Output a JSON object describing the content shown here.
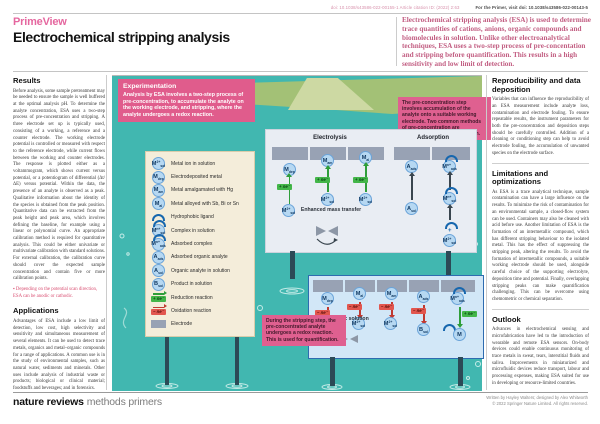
{
  "meta": {
    "citation": "doi: 10.1038/s43586-022-00155-1  Article citation ID: (2022) 2:63",
    "primer_link": "For the Primer, visit doi: 10.1038/s43586-022-00143-5"
  },
  "header": {
    "kicker": "PrimeView",
    "title": "Electrochemical stripping analysis"
  },
  "intro": "Electrochemical stripping analysis (ESA) is used to determine trace quantities of cations, anions, organic compounds and biomolecules in solution. Unlike other electroanalytical techniques, ESA uses a two-step process of pre-concentation and stripping before quantification. This results in a high sensitivity and low limit of detection.",
  "results": {
    "heading": "Results",
    "body": "Before analysis, some sample pretreatment may be needed to ensure the sample is well buffered at the optimal analysis pH. To determine the analyte concentration, ESA uses a two-step process of pre-concentration and stripping. A three electrode set up is typically used, consisting of a working, a reference and a counter electrode. The working electrode potential is controlled or measured with respect to the reference electrode, while current flows between the working and counter electrodes. The response is plotted either as a voltammogram, which shows current versus potential, or a potentiogram of differential (Δt/ΔE) versus potential. Within the data, the presence of an analyte is observed as a peak. Qualitative information about the identity of the species is obtained from the peak position. Quantitative data can be extracted from the peak height and peak area, which involves defining the baseline, for example using a linear or polynomial curve. An appropriate calibration method is required for quantitative analysis. This could be either univariate or multivariate calibration with standard solutions. For external calibration, the calibration curve should cover the expected sample concentration and contain five or more calibration points.",
    "note": "▪ Depending on the potential scan direction, ESA can be anodic or cathodic."
  },
  "applications": {
    "heading": "Applications",
    "body": "Advantages of ESA include a low limit of detection, low cost, high selectivity and sensitivity and simultaneous measurement of several elements. It can be used to detect trace metals, organics and metal–organic compounds for a range of applications. A common use is in the study of environmental samples, such as natural water, sediments and minerals. Other uses include analysis of industrial waste or products; biological or clinical material; foodstuffs and beverages; and in forensics."
  },
  "experimentation": {
    "heading": "Experimentation",
    "body": "Analysis by ESA involves a two-step process of pre-concentration, to accumulate the analyte on the working electrode, and stripping, where the analyte undergoes a redox reaction."
  },
  "callouts": {
    "preconcentration": "The pre-concentration step involves accumulation of the analyte onto a suitable working electrode. Two common methods of pre-concentration are electroreduction and adsorption.",
    "stripping": "During the stripping step, the pre-concentrated analyte undergoes a redox reaction. This is used for quantification."
  },
  "diagram": {
    "electrolysis_label": "Electrolysis",
    "adsorption_label": "Adsorption",
    "enhanced_label": "Enhanced mass transfer",
    "static_label": "Static solution",
    "reduction": "+ ne⁻",
    "oxidation": "– ne⁻",
    "plus": "+",
    "species": {
      "msol": {
        "base": "M",
        "sup": "2+",
        "sub": "sol"
      },
      "mdep": {
        "base": "M",
        "sup": "",
        "sub": "dep"
      },
      "mam": {
        "base": "M",
        "sup": "",
        "sub": "am"
      },
      "mal": {
        "base": "M",
        "sup": "",
        "sub": "al"
      },
      "aads": {
        "base": "A",
        "sup": "",
        "sub": "ads"
      },
      "asol": {
        "base": "A",
        "sup": "",
        "sub": "sol"
      },
      "bsol": {
        "base": "B",
        "sup": "",
        "sub": "sol"
      },
      "cplxsol": {
        "base": "M",
        "sup": "n+",
        "sub": "sol"
      },
      "cplxads": {
        "base": "M",
        "sup": "n+",
        "sub": "ads"
      },
      "mfree": {
        "base": "M",
        "sup": "",
        "sub": ""
      }
    }
  },
  "legend": {
    "items": [
      {
        "label": "Metal ion in solution"
      },
      {
        "label": "Electrodeposited metal"
      },
      {
        "label": "Metal amalgamated with Hg"
      },
      {
        "label": "Metal alloyed with Sb, Bi or Sn"
      },
      {
        "label": "Hydrophobic ligand"
      },
      {
        "label": "Complex in solution"
      },
      {
        "label": "Adsorbed complex"
      },
      {
        "label": "Adsorbed organic analyte"
      },
      {
        "label": "Organic analyte in solution"
      },
      {
        "label": "Product in solution"
      },
      {
        "label": "Reduction reaction"
      },
      {
        "label": "Oxidation reaction"
      },
      {
        "label": "Electrode"
      }
    ]
  },
  "repro": {
    "heading": "Reproducibility and data deposition",
    "body": "Variables that can influence the reproducibility of an ESA measurement include analyte loss, contamination and electrode fouling. To ensure repeatable results, the instrument parameters for both the pre-concentration and deposition steps should be carefully controlled. Addition of a cleaning or conditioning step can help to avoid electrode fouling, the accumulation of unwanted species on the electrode surface."
  },
  "limitations": {
    "heading": "Limitations and optimizations",
    "body": "As ESA is a trace analytical technique, sample contamination can have a large influence on the results. To minimize the risk of contamination for an environmental sample, a closed-flow system can be used. Containers may also be cleaned with acid before use. Another limitation of ESA is the formation of an intermetallic compound, which has different stripping behaviour to the isolated metal. This has the effect of suppressing the stripping peak, altering the results. To avoid the formation of intermetallic compounds, a suitable working electrode should be used, alongside careful choice of the supporting electrolyte, deposition time and potential. Finally, overlapping stripping peaks can make quantification challenging. This can be overcome using chemometric or chemical separation."
  },
  "outlook": {
    "heading": "Outlook",
    "body": "Advances in electrochemical sensing and microfabrication have led to the introduction of wearable and remote ESA sensors. On-body devices could enable continuous monitoring of trace metals in sweat, tears, interstitial fluids and saliva. Improvements in miniaturized and microfluidic devices reduce transport, labour and processing expenses, making ESA suited for use in developing or resource-limited countries."
  },
  "footer": {
    "brand_bold": "nature reviews",
    "brand_light": "methods primers",
    "credit1": "Written by Hayley Walters; designed by Alex Whitworth",
    "credit2": "© 2022 Springer Nature Limited. All rights reserved."
  }
}
